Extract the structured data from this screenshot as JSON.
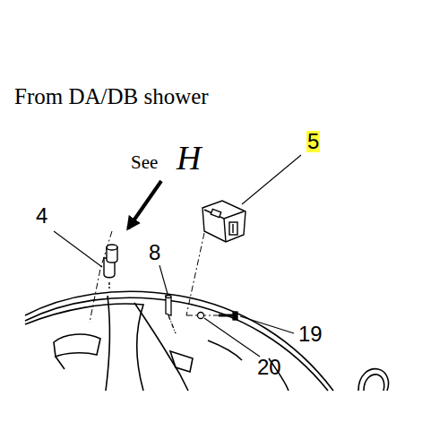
{
  "diagram": {
    "title": "From DA/DB shower",
    "labels": [
      "See",
      "H",
      "4",
      "5",
      "8",
      "19",
      "20"
    ]
  }
}
